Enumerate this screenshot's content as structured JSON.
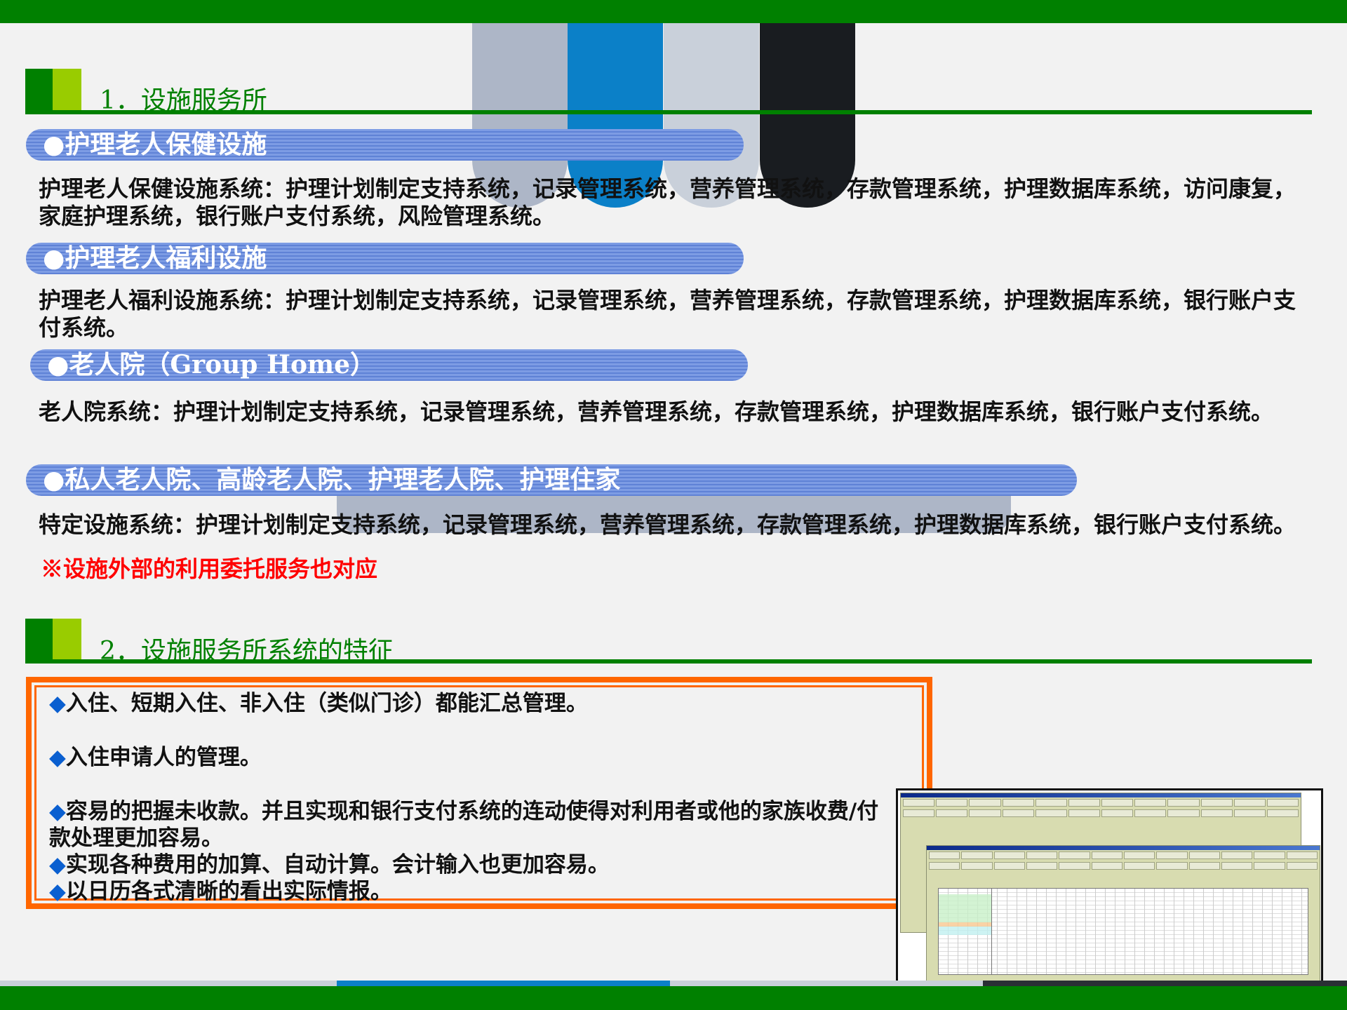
{
  "section1": {
    "title": "1．设施服务所",
    "categories": [
      {
        "heading": "●护理老人保健设施",
        "text": "护理老人保健设施系统：护理计划制定支持系统，记录管理系统，营养管理系统，存款管理系统，护理数据库系统，访问康复，家庭护理系统，银行账户支付系统，风险管理系统。"
      },
      {
        "heading": "●护理老人福利设施",
        "text": "护理老人福利设施系统：护理计划制定支持系统，记录管理系统，营养管理系统，存款管理系统，护理数据库系统，银行账户支付系统。"
      },
      {
        "heading": "●老人院（Group Home）",
        "text": "老人院系统：护理计划制定支持系统，记录管理系统，营养管理系统，存款管理系统，护理数据库系统，银行账户支付系统。"
      },
      {
        "heading": "●私人老人院、高龄老人院、护理老人院、护理住家",
        "text": "特定设施系统：护理计划制定支持系统，记录管理系统，营养管理系统，存款管理系统，护理数据库系统，银行账户支付系统。"
      }
    ],
    "note": "※设施外部的利用委托服务也对应"
  },
  "section2": {
    "title": "2．设施服务所系统的特征",
    "bullet_symbol": "◆",
    "features": [
      "入住、短期入住、非入住（类似门诊）都能汇总管理。",
      "入住申请人的管理。",
      "容易的把握未收款。并且实现和银行支付系统的连动使得对利用者或他的家族收费/付款处理更加容易。",
      "实现各种费用的加算、自动计算。会计输入也更加容易。",
      "以日历各式清晰的看出实际情报。"
    ]
  },
  "colors": {
    "brand_green": "#008000",
    "accent_lime": "#99cc00",
    "band_blue": "#7d9ce4",
    "box_orange": "#ff6600",
    "note_red": "#ff0000",
    "bullet_blue": "#0a5fd0"
  }
}
